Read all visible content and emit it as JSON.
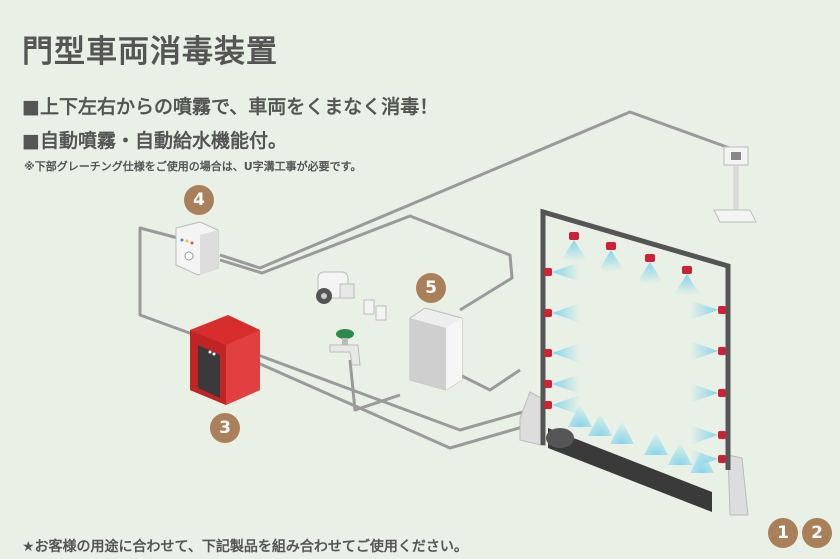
{
  "title": "門型車両消毒装置",
  "bullets": [
    "■上下左右からの噴霧で、車両をくまなく消毒！",
    "■自動噴霧・自動給水機能付。"
  ],
  "note": "※下部グレーチング仕様をご使用の場合は、U字溝工事が必要です。",
  "footer": "★お客様の用途に合わせて、下記製品を組み合わせてご使用ください。",
  "badges": {
    "b4": "4",
    "b5": "5",
    "b3": "3",
    "b1": "1",
    "b2": "2"
  },
  "colors": {
    "background": "#e9f1e6",
    "badge": "#a9805a",
    "pipe": "#9a9a9a",
    "frame": "#555555",
    "nozzle": "#cc2233",
    "spray": "#7fd3ec",
    "pump": "#d82d2d"
  }
}
